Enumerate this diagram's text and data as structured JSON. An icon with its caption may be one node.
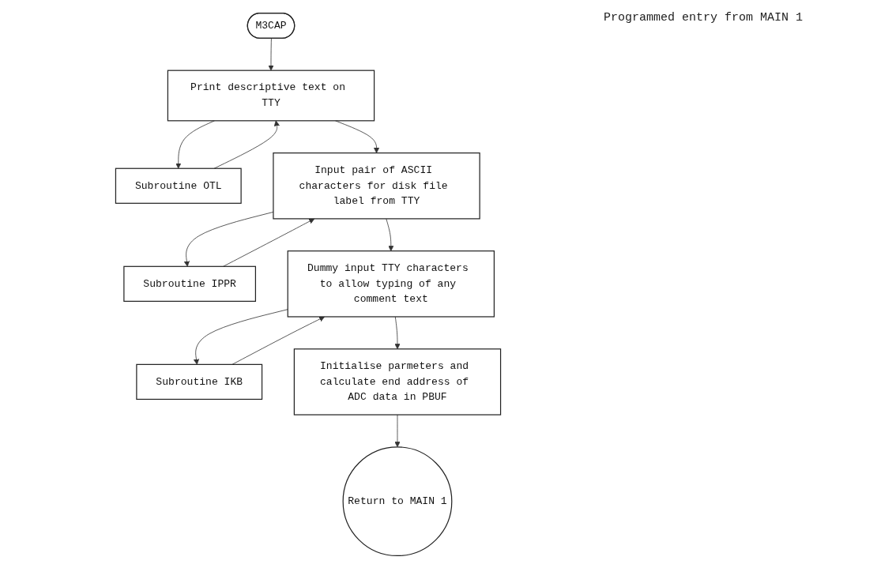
{
  "diagram": {
    "nodes": [
      {
        "text": [
          "M3CAP"
        ]
      },
      {
        "text": [
          "Print descriptive text on TTY"
        ]
      },
      {
        "text": [
          "Subroutine OTL"
        ]
      },
      {
        "text": [
          "Input pair of ASCII characters for disk file label from TTY"
        ]
      },
      {
        "text": [
          "Subroutine IPPR"
        ]
      },
      {
        "text": [
          "Dummy input TTY characters to allow typing of any comment text"
        ]
      },
      {
        "text": [
          "Subroutine IKB"
        ]
      },
      {
        "text": [
          "Initialise parmeters and calculate end address of ADC data in PBUF"
        ]
      },
      {
        "text": [
          "Return to MAIN 1"
        ]
      }
    ],
    "edges": [
      {
        "from": 0,
        "to": 1,
        "arrow": "to"
      },
      {
        "from": 1,
        "to": 2,
        "arrow": "to"
      },
      {
        "from": 2,
        "to": 1,
        "arrow": "to"
      },
      {
        "from": 1,
        "to": 3,
        "arrow": "to"
      },
      {
        "from": 3,
        "to": 4,
        "arrow": "to"
      },
      {
        "from": 4,
        "to": 3,
        "arrow": "to"
      },
      {
        "from": 3,
        "to": 5,
        "arrow": "to"
      },
      {
        "from": 5,
        "to": 6,
        "arrow": "to"
      },
      {
        "from": 6,
        "to": 5,
        "arrow": "to"
      },
      {
        "from": 5,
        "to": 7,
        "arrow": "to"
      },
      {
        "from": 7,
        "to": 8,
        "arrow": "to"
      }
    ],
    "labels": [
      "Programmed entry from MAIN 1"
    ]
  }
}
